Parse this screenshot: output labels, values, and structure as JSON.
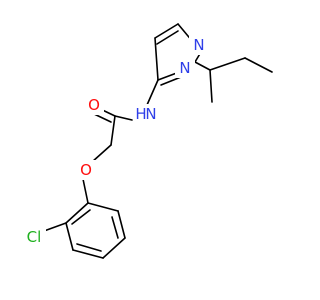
{
  "atoms": {
    "N_pyrazole_top": {
      "text": "N",
      "color": "#2f3fe8"
    },
    "N_pyrazole_1": {
      "text": "N",
      "color": "#2f3fe8"
    },
    "N_amide": {
      "text": "N",
      "color": "#2f3fe8"
    },
    "H_amide": {
      "text": "H",
      "color": "#2f3fe8"
    },
    "O_carbonyl": {
      "text": "O",
      "color": "#ff0d0d"
    },
    "O_ether": {
      "text": "O",
      "color": "#ff0d0d"
    },
    "Cl": {
      "text": "Cl",
      "color": "#1fb01f"
    }
  }
}
